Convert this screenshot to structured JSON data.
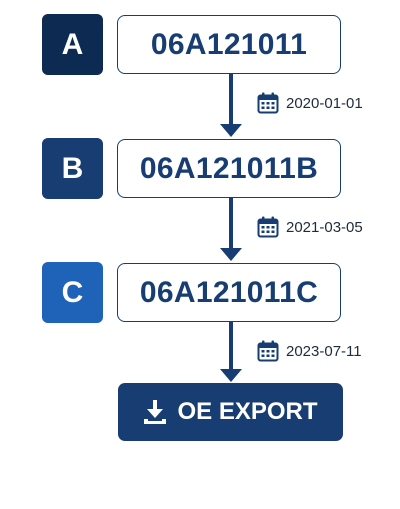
{
  "steps": [
    {
      "badge": "A",
      "part_number": "06A121011",
      "badge_color": "#0d2a52"
    },
    {
      "badge": "B",
      "part_number": "06A121011B",
      "badge_color": "#173d72"
    },
    {
      "badge": "C",
      "part_number": "06A121011C",
      "badge_color": "#1f63b8"
    }
  ],
  "dates": [
    "2020-01-01",
    "2021-03-05",
    "2023-07-11"
  ],
  "export": {
    "label": "OE EXPORT",
    "icon": "download-icon"
  },
  "colors": {
    "primary": "#173d72",
    "text": "#1f2a3c",
    "background": "#ffffff"
  }
}
